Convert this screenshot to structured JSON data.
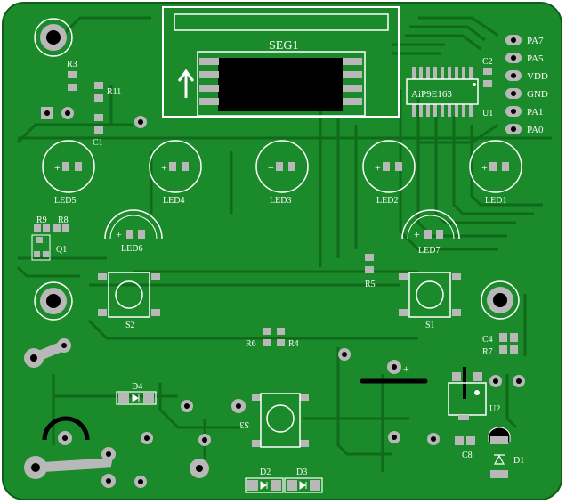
{
  "colors": {
    "board": "#1b8a2a",
    "board_dark": "#106a1c",
    "trace": "#0f6b1b",
    "pad": "#b8b8b8",
    "pad_dark": "#7c7c7c",
    "silk": "#ffffff",
    "body_black": "#000000",
    "background": "#ffffff"
  },
  "display": {
    "label": "SEG1"
  },
  "ic": {
    "label": "AiP9E163",
    "ref": "U1"
  },
  "header_pins": [
    "PA7",
    "PA5",
    "VDD",
    "GND",
    "PA1",
    "PA0"
  ],
  "leds": {
    "led1": "LED1",
    "led2": "LED2",
    "led3": "LED3",
    "led4": "LED4",
    "led5": "LED5",
    "led6": "LED6",
    "led7": "LED7"
  },
  "resistors": {
    "r1": "R11",
    "r3": "R3",
    "r4": "R4",
    "r5": "R5",
    "r6": "R6",
    "r7": "R7",
    "r8": "R8",
    "r9": "R9"
  },
  "capacitors": {
    "c1": "C1",
    "c2": "C2",
    "c4": "C4",
    "c8": "C8"
  },
  "switches": {
    "s1": "S1",
    "s2": "S2",
    "s3": "S3"
  },
  "transistor": {
    "q1": "Q1"
  },
  "regulator": {
    "u2": "U2"
  },
  "diodes": {
    "d1": "D1",
    "d2": "D2",
    "d3": "D3",
    "d4": "D4"
  },
  "markings": {
    "plus": "+",
    "led_plus": "+"
  }
}
